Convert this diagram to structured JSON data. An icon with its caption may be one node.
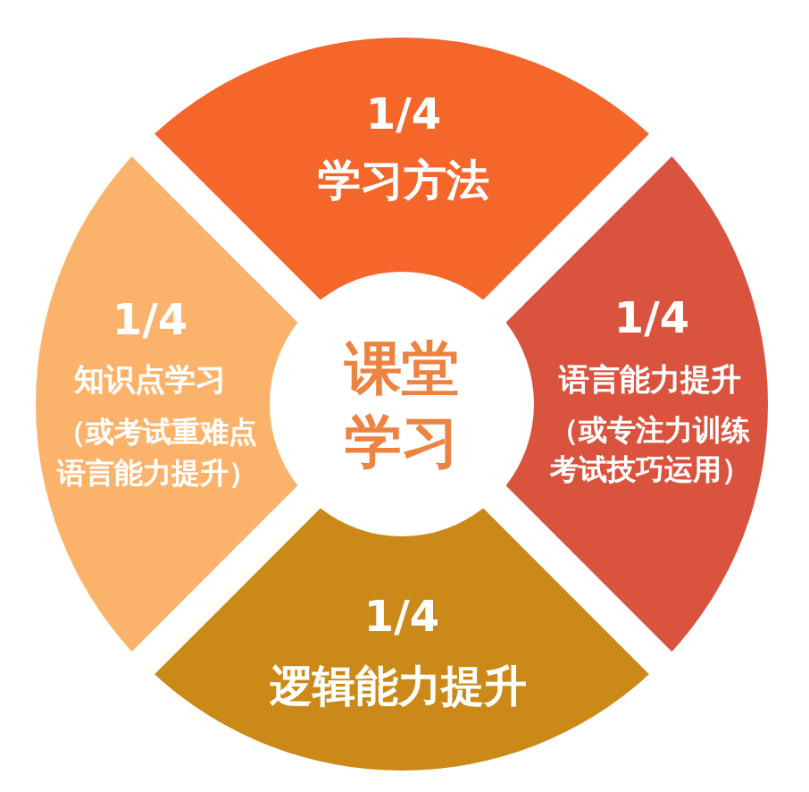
{
  "diagram": {
    "nodes": [
      {
        "text": [
          "1/4",
          "学习方法"
        ]
      },
      {
        "text": [
          "1/4",
          "知识点学习",
          "（或考试重难点语言能力提升）"
        ]
      },
      {
        "text": [
          "课堂学习"
        ]
      },
      {
        "text": [
          "1/4",
          "语言能力提升",
          "（或专注力训练考试技巧运用）"
        ]
      },
      {
        "text": [
          "1/4",
          "逻辑能力提升"
        ]
      }
    ]
  }
}
